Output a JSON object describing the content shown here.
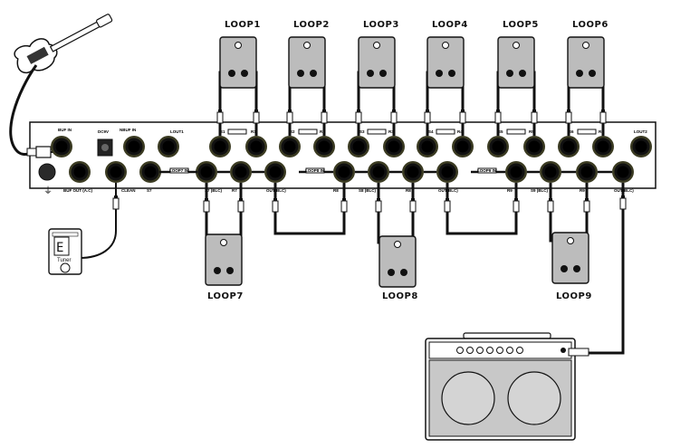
{
  "loops": {
    "loop1": "LOOP1",
    "loop2": "LOOP2",
    "loop3": "LOOP3",
    "loop4": "LOOP4",
    "loop5": "LOOP5",
    "loop6": "LOOP6",
    "loop7": "LOOP7",
    "loop8": "LOOP8",
    "loop9": "LOOP9"
  },
  "jack_labels": {
    "buf_in": "BUF IN",
    "dc9v": "DC9V",
    "nbuf_in": "NBUF IN",
    "lout1": "LOUT1",
    "lout2": "LOUT2",
    "buf_out": "BUF OUT (A.C)",
    "clean": "CLEAN",
    "s7": "S7",
    "loop7_in": "LOOP7 IN",
    "s7_blc": "S7 (BLC)",
    "r7": "R7",
    "out_blc_1": "OUT(BLC)",
    "loop8_in": "LOOP8 IN",
    "r8": "R8",
    "s8_blc": "S8 (BLC)",
    "r8b": "R8",
    "out_blc_2": "OUT(BLC)",
    "loop9_in": "LOOP9 IN",
    "r9": "R9",
    "s9_blc": "S9 (BLC)",
    "r9b": "R9",
    "out_blc_3": "OUT(BLC)",
    "s1": "S1",
    "r1": "R1",
    "s2": "S2",
    "r2": "R2",
    "s3": "S3",
    "r3": "R3",
    "s4": "S4",
    "r4": "R4",
    "s5": "S5",
    "r5": "R5",
    "s6": "S6",
    "r6": "R6"
  },
  "tuner": {
    "digit": "E",
    "label": "Tuner"
  },
  "colors": {
    "line": "#111111",
    "pedal": "#bcbcbc",
    "jack_ring": "#4a4a2a",
    "panel": "#ffffff",
    "amp_grille": "#c8c8c8"
  }
}
